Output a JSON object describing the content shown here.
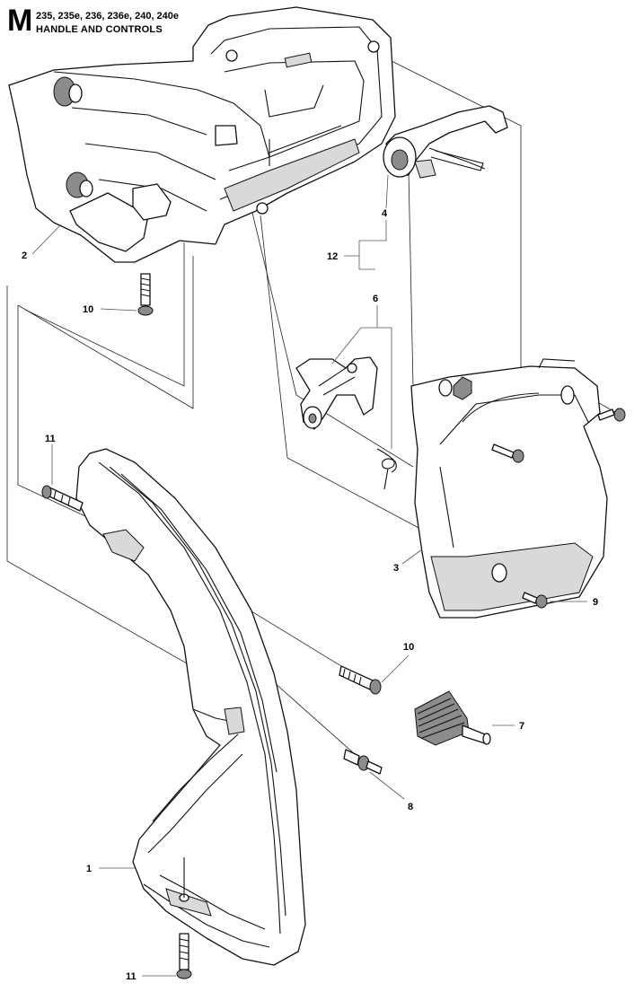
{
  "header": {
    "section_letter": "M",
    "models": "235, 235e, 236, 236e, 240, 240e",
    "title": "HANDLE AND CONTROLS"
  },
  "callouts": {
    "c1": "1",
    "c2": "2",
    "c3": "3",
    "c4": "4",
    "c6": "6",
    "c7": "7",
    "c8": "8",
    "c9": "9",
    "c10a": "10",
    "c10b": "10",
    "c11a": "11",
    "c11b": "11",
    "c12": "12"
  }
}
